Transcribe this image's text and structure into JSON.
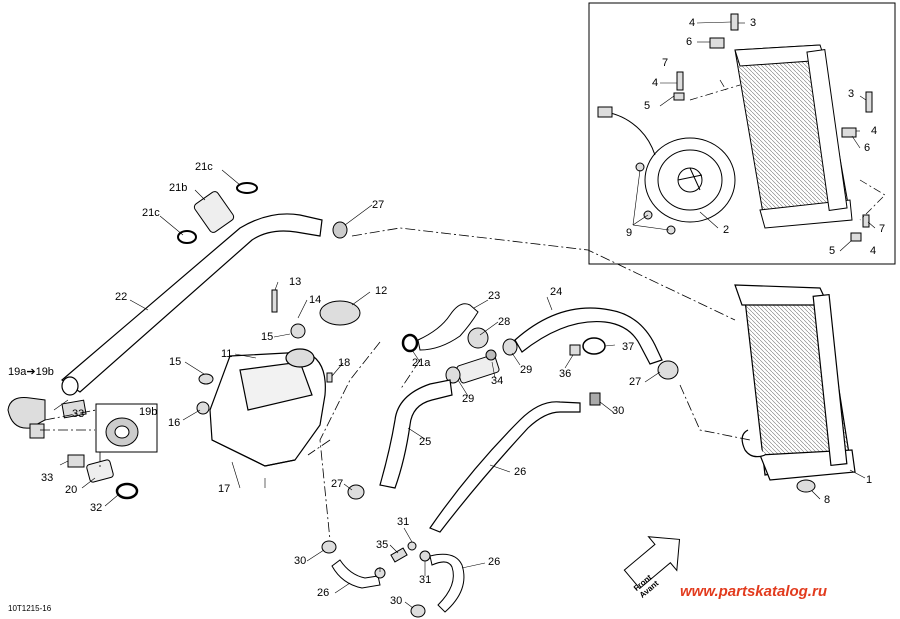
{
  "figure_code": "10T1215-16",
  "watermark": "www.partskatalog.ru",
  "front_arrow": {
    "line1": "Front",
    "line2": "Avant"
  },
  "callouts": {
    "c1": "1",
    "c2": "2",
    "c3a": "3",
    "c3b": "3",
    "c4a": "4",
    "c4b": "4",
    "c4c": "4",
    "c4d": "4",
    "c5a": "5",
    "c5b": "5",
    "c6a": "6",
    "c6b": "6",
    "c7a": "7",
    "c7b": "7",
    "c8": "8",
    "c9": "9",
    "c11": "11",
    "c12": "12",
    "c13": "13",
    "c14": "14",
    "c15a": "15",
    "c15b": "15",
    "c16": "16",
    "c17": "17",
    "c18": "18",
    "c19a": "19a➔19b",
    "c19b": "19b",
    "c20": "20",
    "c21a": "21a",
    "c21b": "21b",
    "c21c_top": "21c",
    "c21c_left": "21c",
    "c22": "22",
    "c23": "23",
    "c24": "24",
    "c25": "25",
    "c26a": "26",
    "c26b": "26",
    "c26c": "26",
    "c27a": "27",
    "c27b": "27",
    "c27c": "27",
    "c28": "28",
    "c29a": "29",
    "c29b": "29",
    "c30a": "30",
    "c30b": "30",
    "c30c": "30",
    "c31a": "31",
    "c31b": "31",
    "c32": "32",
    "c33a": "33",
    "c33b": "33",
    "c34": "34",
    "c35": "35",
    "c36": "36",
    "c37": "37"
  }
}
